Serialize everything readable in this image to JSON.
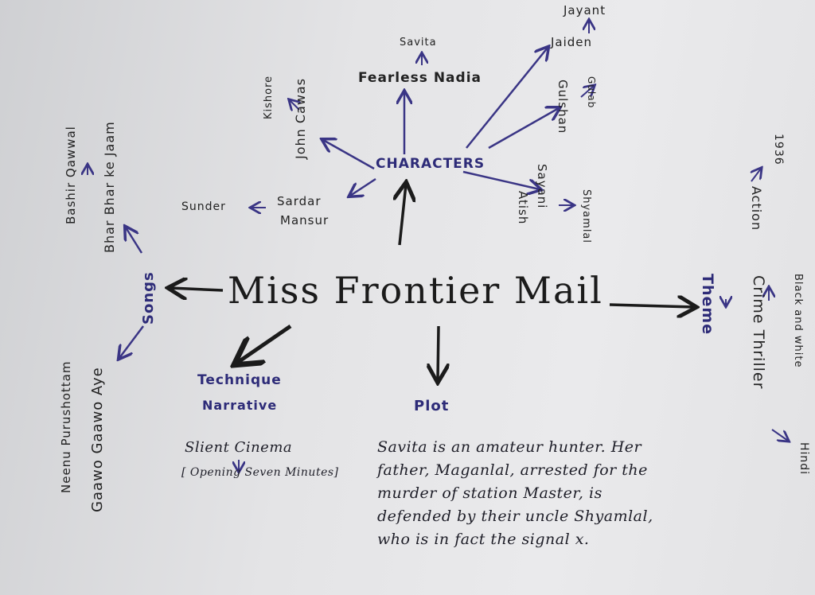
{
  "title": "Miss Frontier Mail",
  "branches": {
    "characters": "CHARACTERS",
    "songs": "Songs",
    "technique": "Technique",
    "narrative": "Narrative",
    "plot": "Plot",
    "theme": "Theme"
  },
  "characters": {
    "fearless_nadia": "Fearless Nadia",
    "savita": "Savita",
    "john_cawas": "John Cawas",
    "kishore": "Kishore",
    "jaiden": "Jaiden",
    "jayant": "Jayant",
    "gulshan": "Gulshan",
    "gulab": "Gulab",
    "sardar_mansur_1": "Sardar",
    "sardar_mansur_2": "Mansur",
    "sunder": "Sunder",
    "sayani_atish_1": "Sayani",
    "sayani_atish_2": "Atish",
    "shyamlal": "Shyamlal"
  },
  "songs": {
    "bhar_bhar": "Bhar Bhar ke Jaam",
    "bashir": "Bashir Qawwal",
    "gaawo": "Gaawo Gaawo Aye",
    "neenu": "Neenu Purushottam"
  },
  "technique": {
    "silent": "Slient Cinema",
    "opening": "[ Opening Seven Minutes]"
  },
  "plot": {
    "text": "Savita is an amateur hunter. Her father, Maganlal, arrested for the murder of station Master, is defended by their uncle Shyamlal, who is in fact the signal x."
  },
  "theme": {
    "action": "Action",
    "year": "1936",
    "crime": "Crime Thriller",
    "bw": "Black and white",
    "hindi": "Hindi"
  },
  "colors": {
    "ink": "#1b1b1b",
    "blue_ink": "#2d2b78"
  }
}
